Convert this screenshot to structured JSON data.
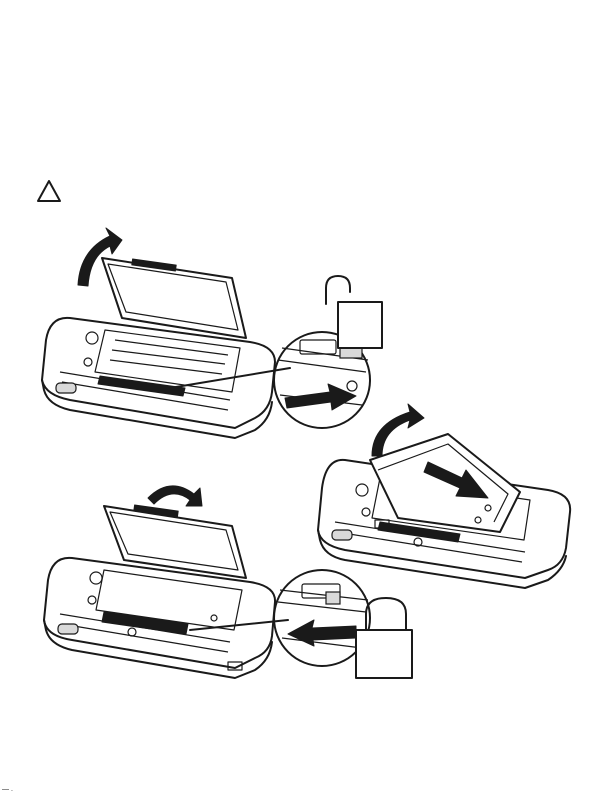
{
  "footer_mark": "— .",
  "steps": [
    {
      "name": "unlock-and-open-door",
      "lock_state": "unlocked"
    },
    {
      "name": "insert-battery",
      "lock_state": ""
    },
    {
      "name": "close-door-and-lock",
      "lock_state": "locked"
    }
  ],
  "colors": {
    "ink": "#1a1a1a",
    "paper": "#ffffff"
  }
}
